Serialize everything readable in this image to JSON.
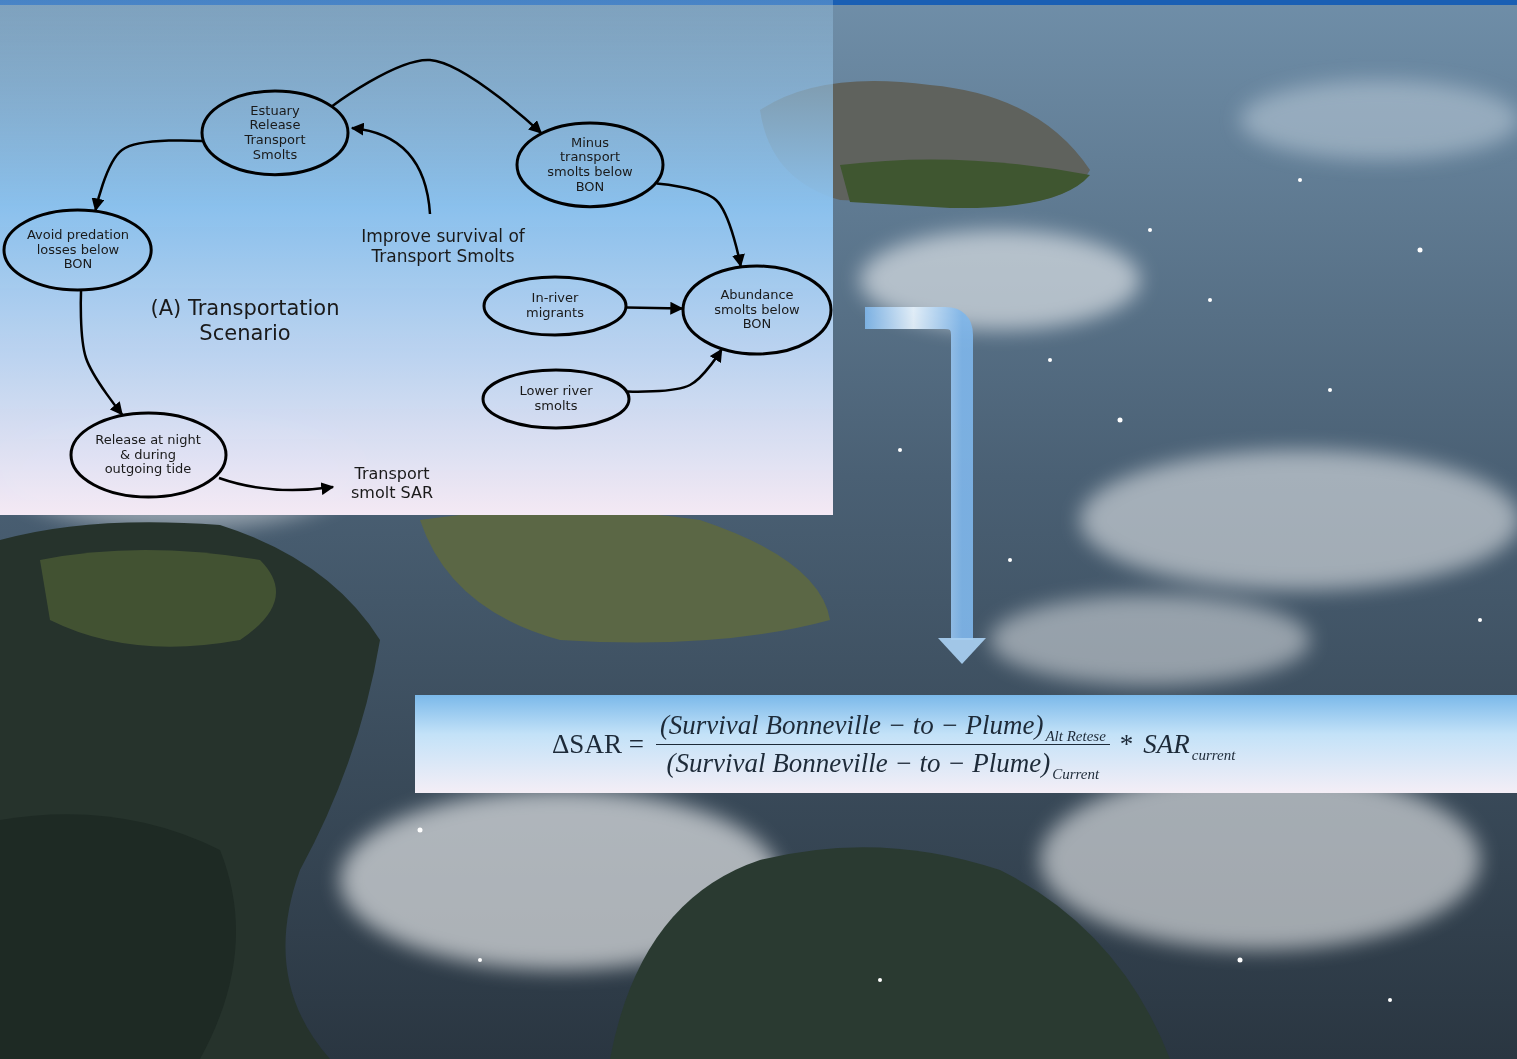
{
  "diagram": {
    "nodes": [
      {
        "text": [
          "Estuary Release Transport Smolts"
        ]
      },
      {
        "text": [
          "Minus transport smolts below BON"
        ]
      },
      {
        "text": [
          "Avoid predation losses below BON"
        ]
      },
      {
        "text": [
          "Abundance smolts below BON"
        ]
      },
      {
        "text": [
          "In-river migrants"
        ]
      },
      {
        "text": [
          "Lower river smolts"
        ]
      },
      {
        "text": [
          "Release at night & during outgoing tide"
        ]
      }
    ],
    "edges": [
      {
        "from": 0,
        "to": 1,
        "arrow": "to"
      },
      {
        "from": 0,
        "to": 2,
        "arrow": "to"
      },
      {
        "from": 2,
        "to": 6,
        "arrow": "to"
      },
      {
        "from": 1,
        "to": 3,
        "arrow": "to"
      },
      {
        "from": 4,
        "to": 3,
        "arrow": "to"
      },
      {
        "from": 5,
        "to": 3,
        "arrow": "to"
      }
    ],
    "labels": [
      "Improve survival of Transport Smolts",
      "(A) Transportation Scenario",
      "Transport smolt SAR",
      "ΔSAR =",
      "(Survival Bonneville − to − Plume)",
      "Alt Retese",
      "(Survival Bonneville − to − Plume)",
      "Current",
      "*",
      "SAR",
      "current"
    ]
  }
}
